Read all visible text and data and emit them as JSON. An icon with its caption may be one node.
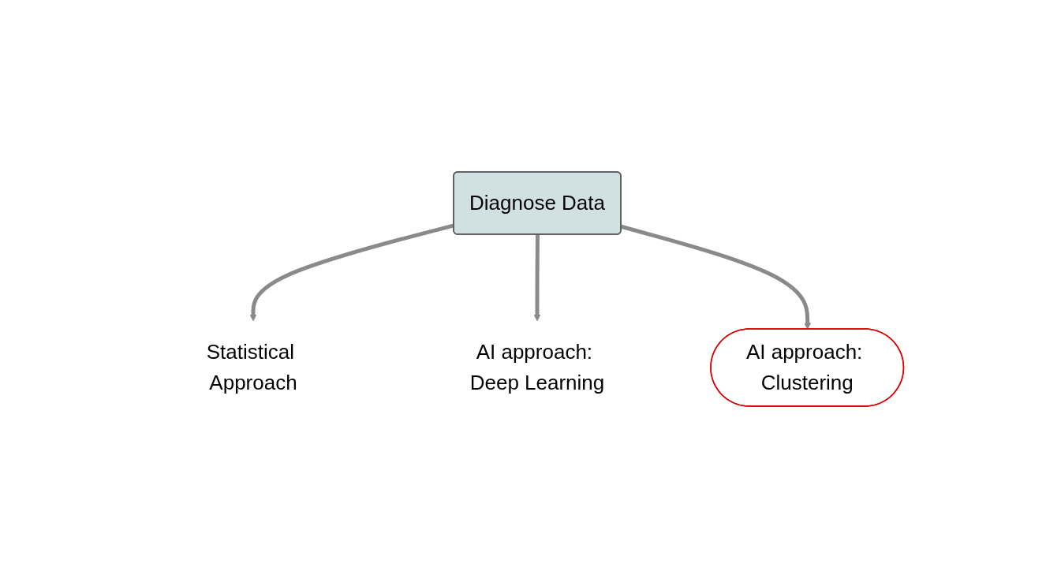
{
  "diagram": {
    "nodes": [
      {
        "text": [
          "Diagnose Data"
        ]
      },
      {
        "text": [
          "Statistical Approach"
        ]
      },
      {
        "text": [
          "AI approach: Deep Learning"
        ]
      },
      {
        "text": [
          "AI approach: Clustering"
        ]
      }
    ],
    "edges": [
      {
        "from": 0,
        "to": 1,
        "arrow": "to"
      },
      {
        "from": 0,
        "to": 2,
        "arrow": "to"
      },
      {
        "from": 0,
        "to": 3,
        "arrow": "to"
      }
    ]
  }
}
